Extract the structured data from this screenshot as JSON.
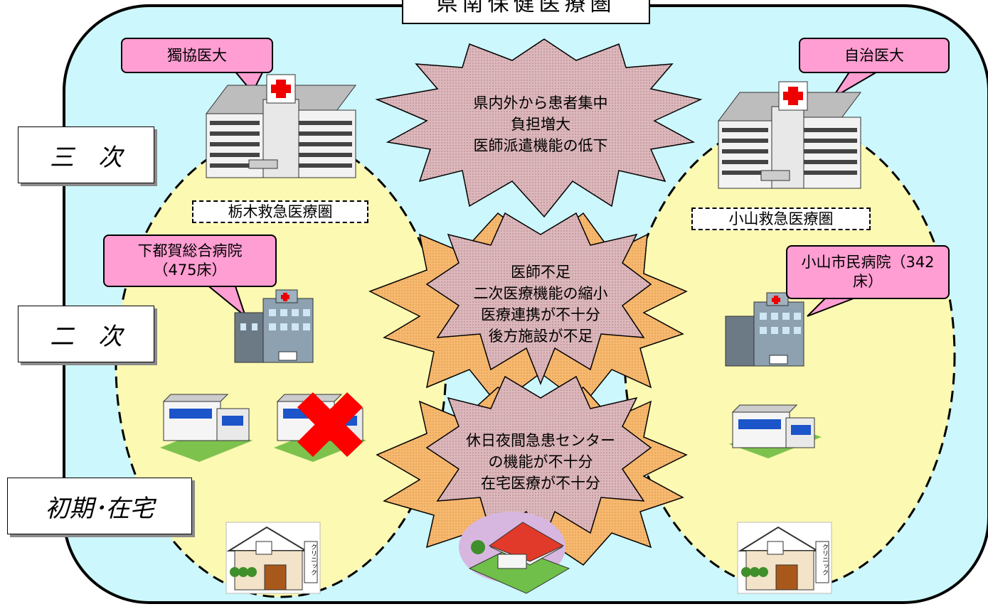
{
  "title": "県南保健医療圏",
  "levels": {
    "tertiary": "三　次",
    "secondary": "二　次",
    "primary": "初期･在宅"
  },
  "areas": {
    "tochigi": "栃木救急医療圏",
    "oyama": "小山救急医療圏"
  },
  "hospitals": {
    "dokkyo": "獨協医大",
    "jichi": "自治医大",
    "shimotsuga": [
      "下都賀総合病院",
      "（475床）"
    ],
    "oyama_city": [
      "小山市民病院（342",
      "床）"
    ]
  },
  "issues": {
    "tertiary": [
      "県内外から患者集中",
      "負担増大",
      "医師派遣機能の低下"
    ],
    "secondary": [
      "医師不足",
      "二次医療機能の縮小",
      "医療連携が不十分",
      "後方施設が不足"
    ],
    "primary": [
      "休日夜間急患センター",
      "の機能が不十分",
      "在宅医療が不十分"
    ]
  },
  "clinic_sign": "クリニック",
  "colors": {
    "background": "#ccf7fc",
    "zone": "#fcf9b2",
    "callout": "#ff9ed2",
    "burst_fill": "#d4a9ae",
    "burst_back": "#f8b76c",
    "cross": "#ff0000"
  }
}
